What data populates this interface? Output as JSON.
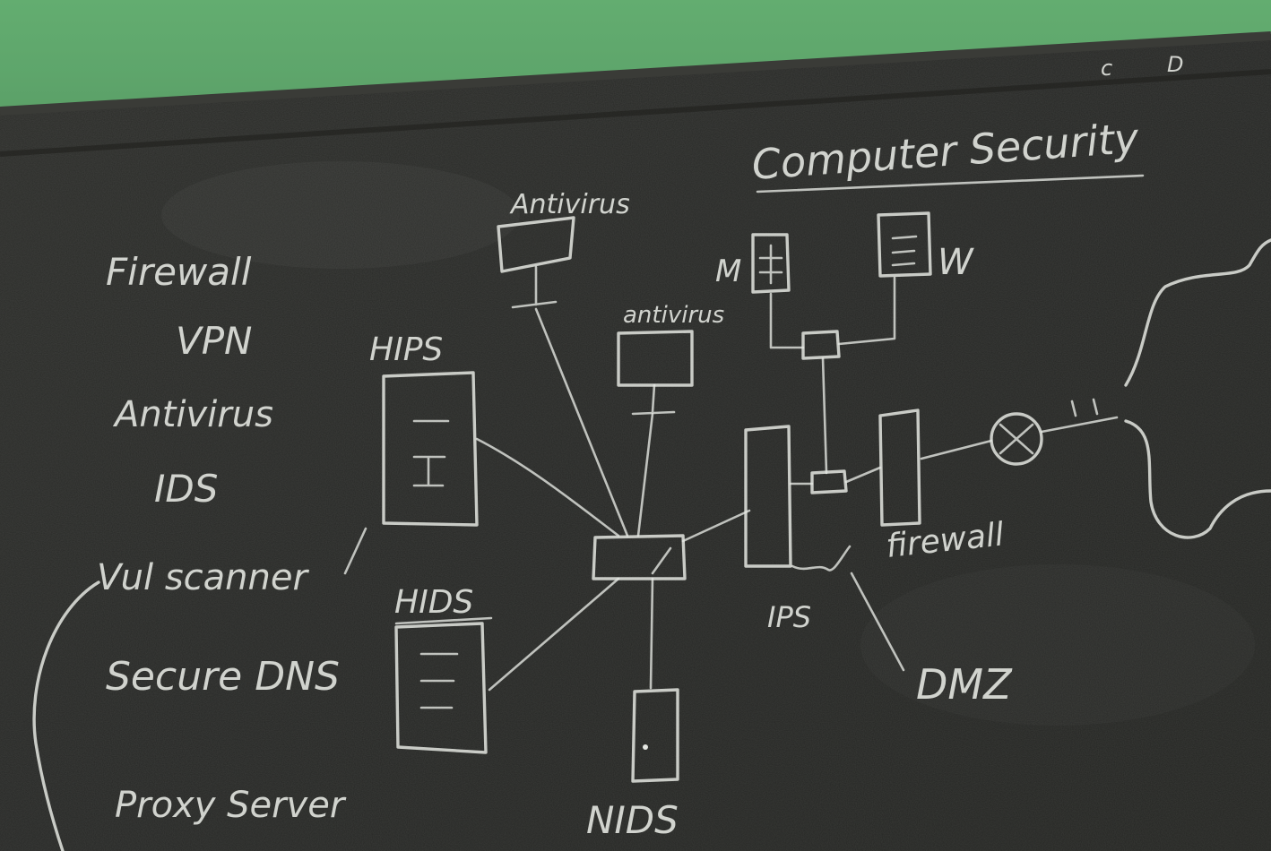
{
  "board": {
    "title": "Computer Security",
    "corner_marks": [
      "c",
      "D"
    ],
    "topic_list": [
      "Firewall",
      "VPN",
      "Antivirus",
      "IDS",
      "Vul scanner",
      "Secure DNS",
      "Proxy Server"
    ],
    "diagram_labels": {
      "antivirus_top": "Antivirus",
      "antivirus_mid": "antivirus",
      "hips": "HIPS",
      "hids": "HIDS",
      "nids": "NIDS",
      "mail_server": "M",
      "web_server": "W",
      "firewall": "firewall",
      "ips": "IPS",
      "dmz": "DMZ"
    }
  },
  "colors": {
    "wall": "#5fa86e",
    "board": "#2a2b28",
    "chalk": "#e4e6e1"
  }
}
